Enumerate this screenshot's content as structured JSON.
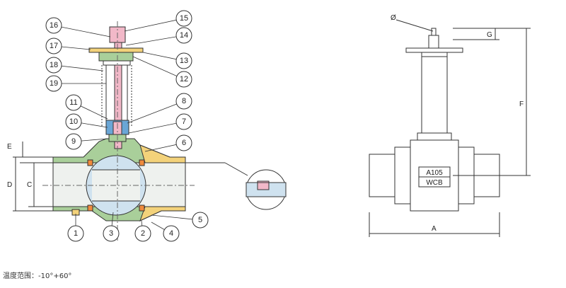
{
  "callouts": [
    {
      "num": "1"
    },
    {
      "num": "2"
    },
    {
      "num": "3"
    },
    {
      "num": "4"
    },
    {
      "num": "5"
    },
    {
      "num": "6"
    },
    {
      "num": "7"
    },
    {
      "num": "8"
    },
    {
      "num": "9"
    },
    {
      "num": "10"
    },
    {
      "num": "11"
    },
    {
      "num": "12"
    },
    {
      "num": "13"
    },
    {
      "num": "14"
    },
    {
      "num": "15"
    },
    {
      "num": "16"
    },
    {
      "num": "17"
    },
    {
      "num": "18"
    },
    {
      "num": "19"
    }
  ],
  "dimensions": {
    "E": "E",
    "D": "D",
    "C": "C",
    "A": "A",
    "F": "F",
    "G": "G",
    "phi": "Ø"
  },
  "nameplate": {
    "line1": "A105",
    "line2": "WCB"
  },
  "note": "温度范围：-10°+60°",
  "colors": {
    "body_green": "#a9cf9a",
    "ball_blue": "#cfe2ef",
    "stem_pink": "#f2b8c8",
    "end_yellow": "#f3d27a",
    "seat_orange": "#f08a3c",
    "gland_blue": "#6aa6d6",
    "line": "#333333"
  }
}
